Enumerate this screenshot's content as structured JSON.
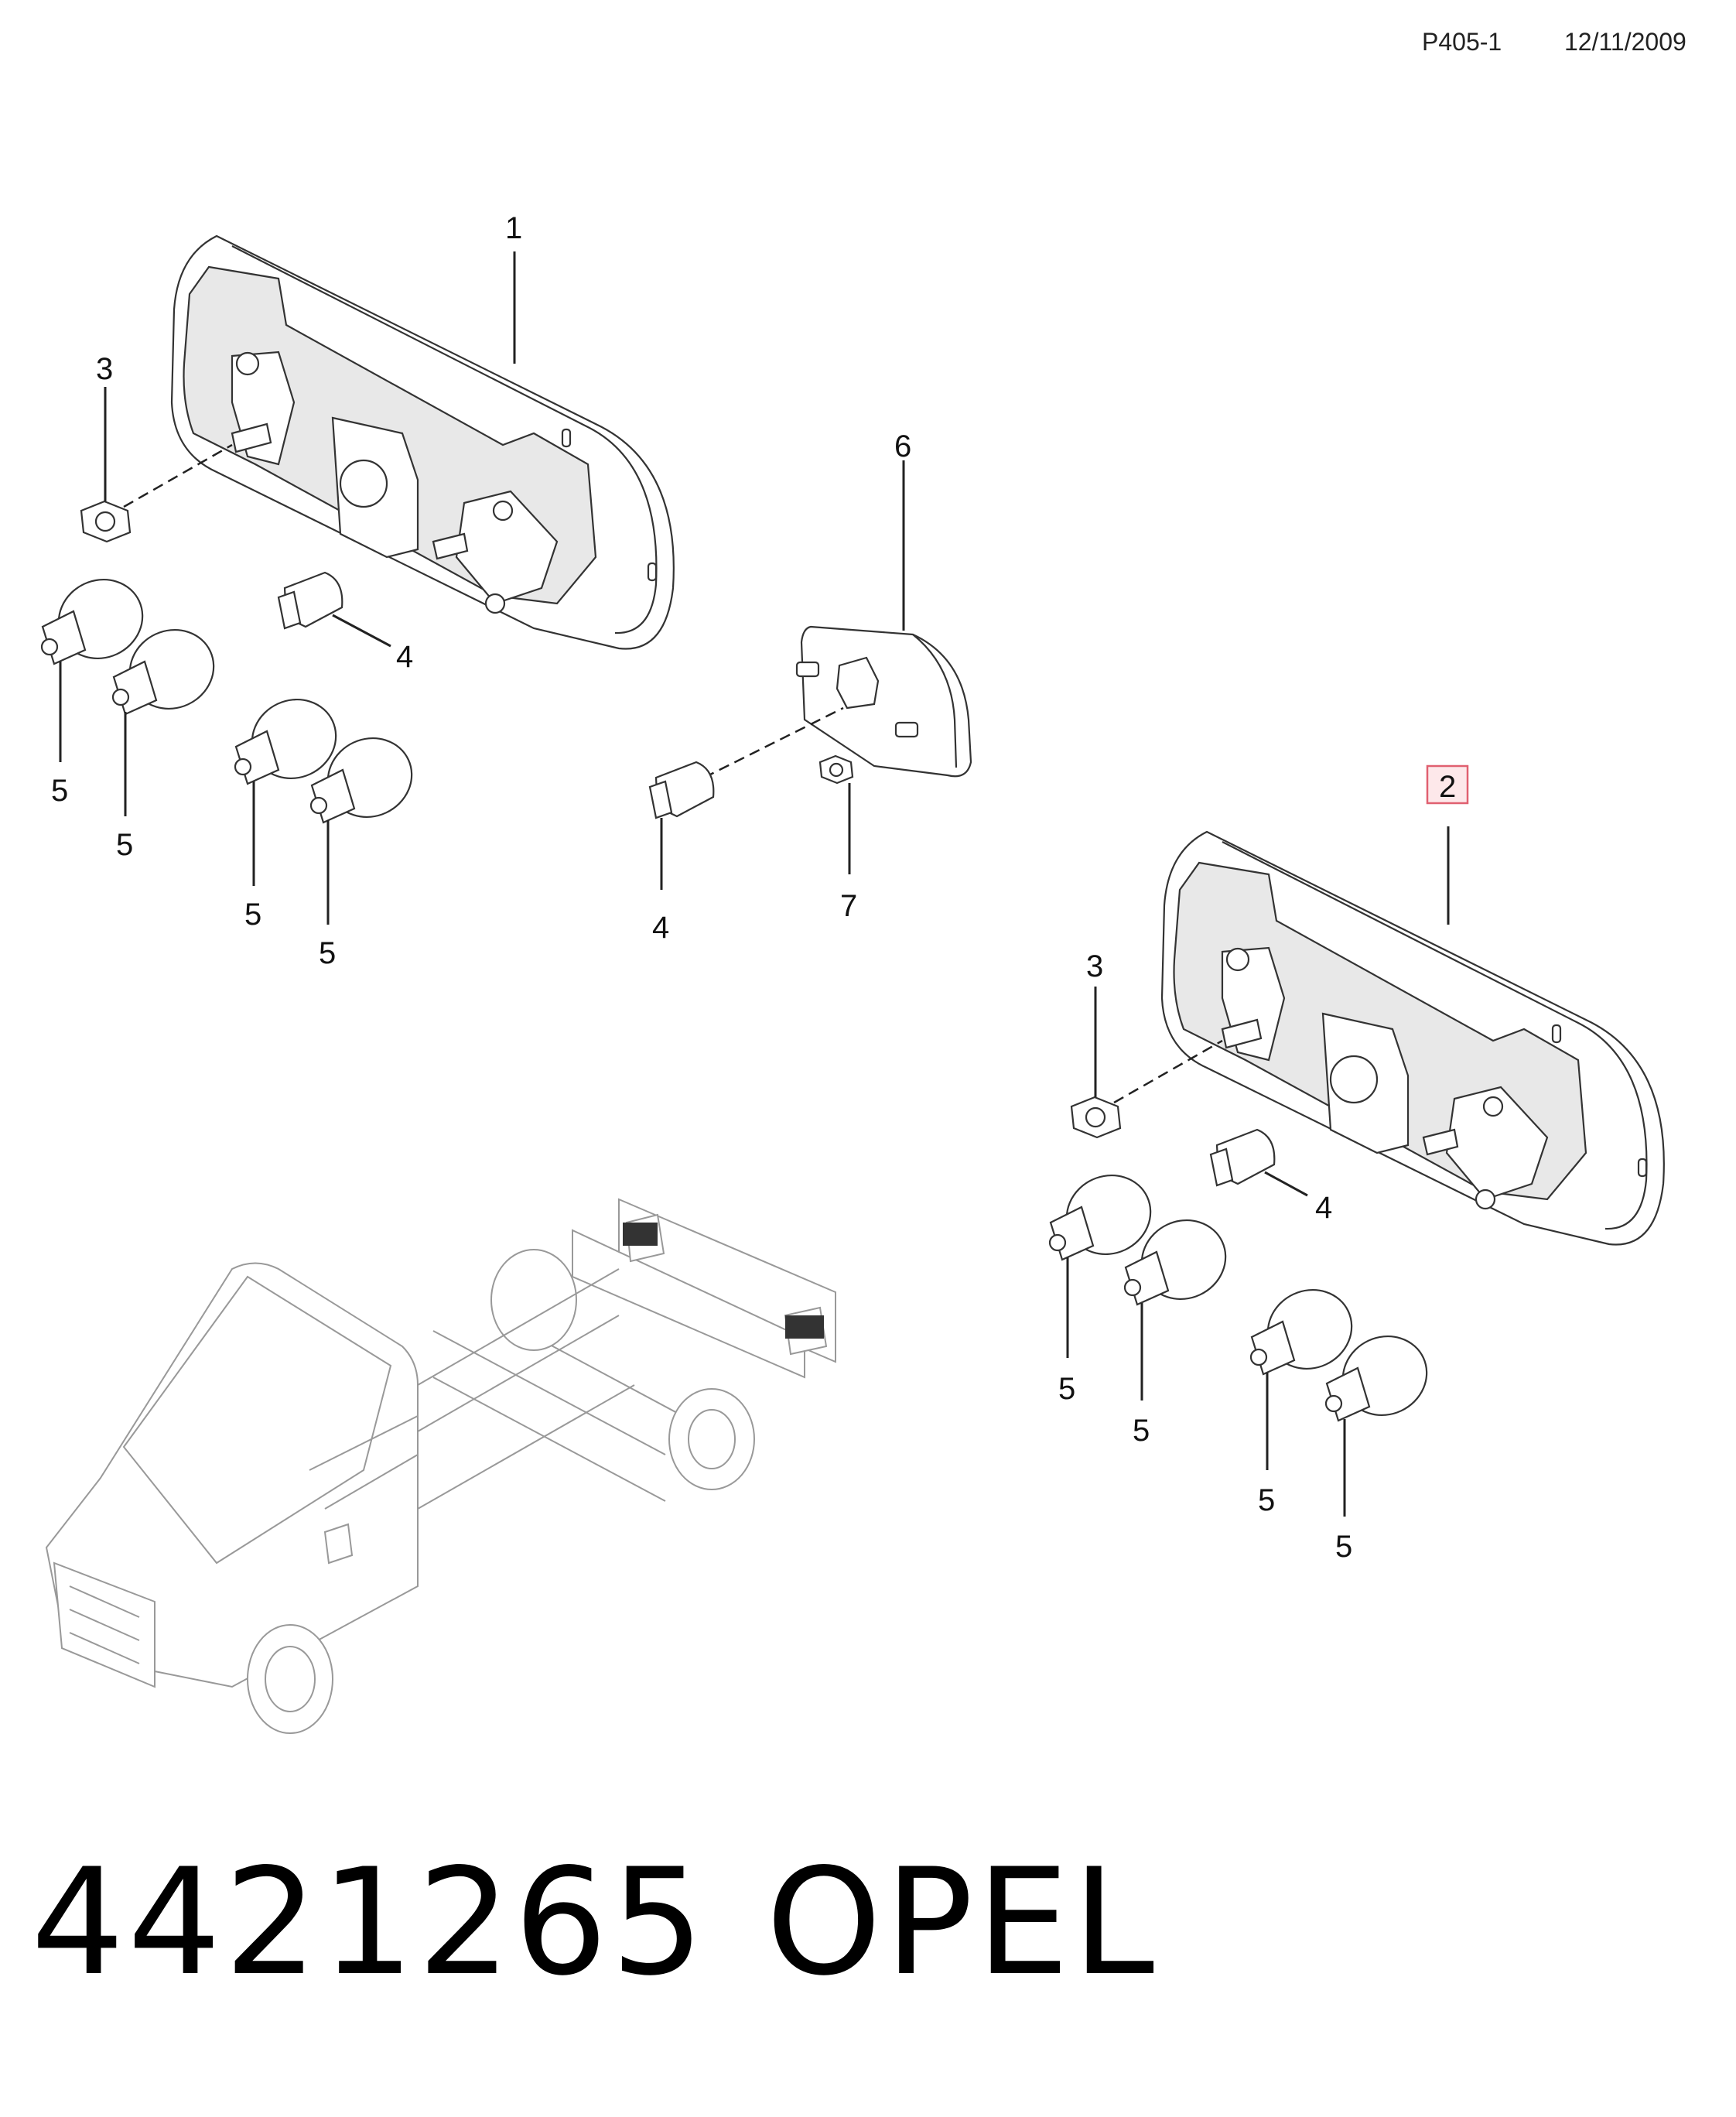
{
  "header": {
    "code": "P405-1",
    "date": "12/11/2009"
  },
  "callouts": {
    "c1": "1",
    "c2": "2",
    "c3a": "3",
    "c3b": "3",
    "c4a": "4",
    "c4b": "4",
    "c4c": "4",
    "c5a": "5",
    "c5b": "5",
    "c5c": "5",
    "c5d": "5",
    "c5e": "5",
    "c5f": "5",
    "c5g": "5",
    "c5h": "5",
    "c6": "6",
    "c7": "7"
  },
  "footer": {
    "part_number": "4421265",
    "brand": "OPEL"
  },
  "colors": {
    "highlight_box": "#e06070",
    "highlight_fill": "#fde8ea",
    "line": "#222222"
  }
}
